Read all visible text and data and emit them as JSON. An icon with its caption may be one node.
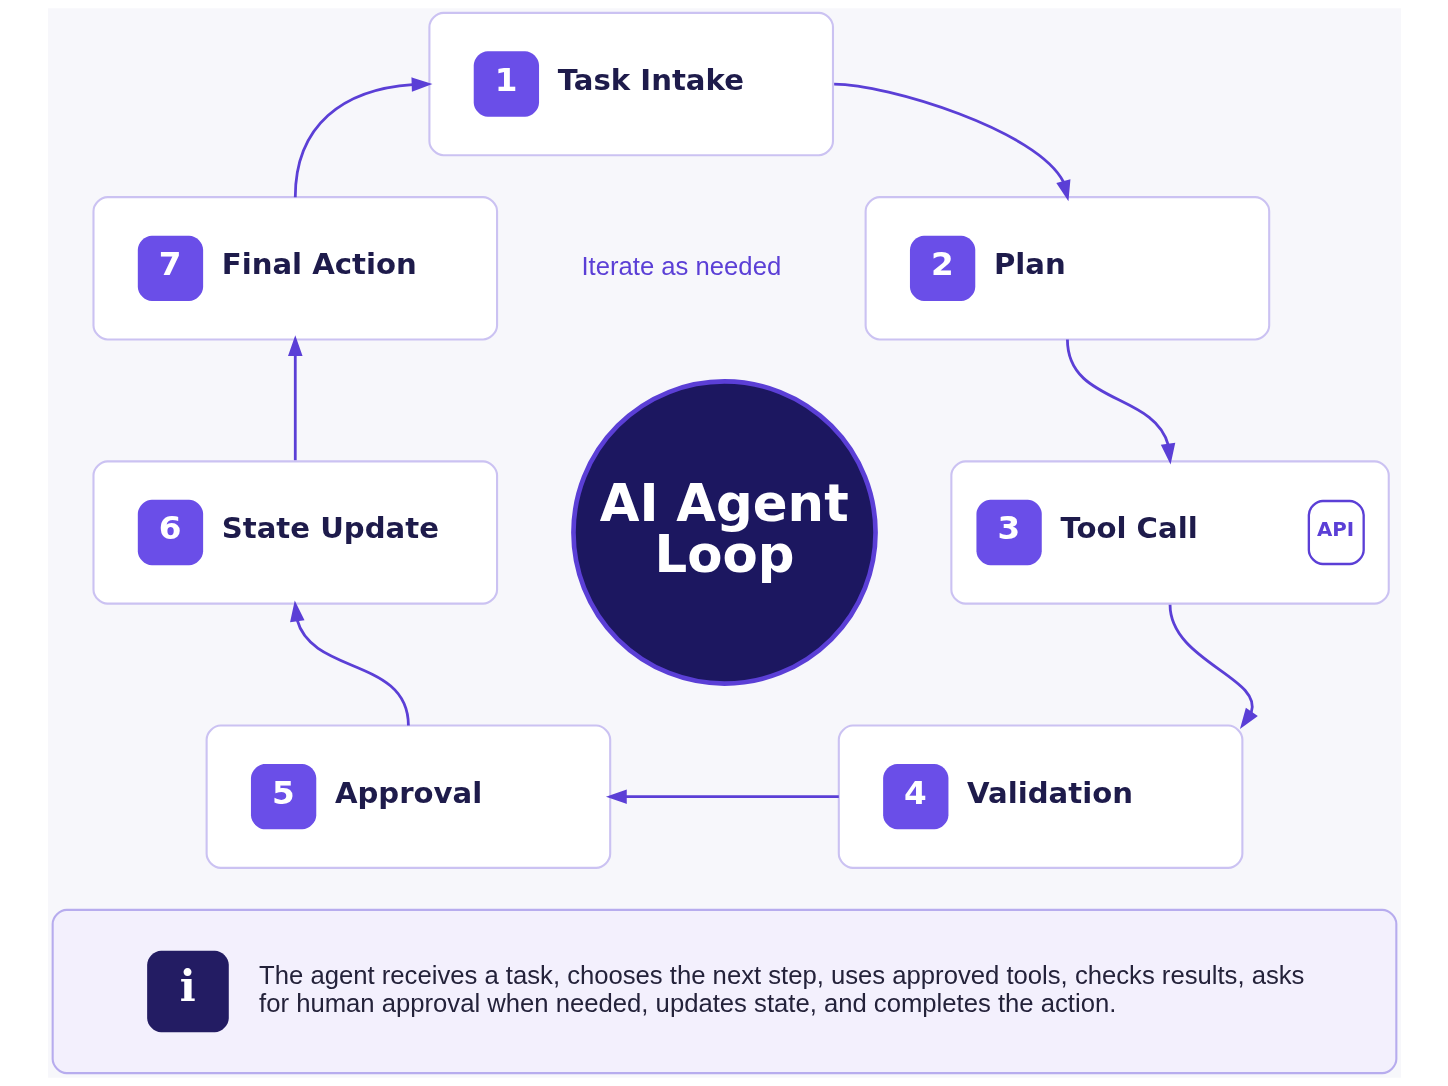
{
  "diagram": {
    "nodes": [
      {
        "text": [
          "1",
          "Task Intake"
        ]
      },
      {
        "text": [
          "2",
          "Plan"
        ]
      },
      {
        "text": [
          "3",
          "Tool Call",
          "API"
        ]
      },
      {
        "text": [
          "4",
          "Validation"
        ]
      },
      {
        "text": [
          "5",
          "Approval"
        ]
      },
      {
        "text": [
          "6",
          "State Update"
        ]
      },
      {
        "text": [
          "7",
          "Final Action"
        ]
      },
      {
        "text": [
          "AI Agent Loop"
        ]
      },
      {
        "text": [
          "i",
          "The agent receives a task, chooses the next step, uses approved tools, checks results, asks for human approval when needed, updates state, and completes the action."
        ]
      }
    ],
    "edges": [
      {
        "from": 0,
        "to": 1,
        "arrow": "to"
      },
      {
        "from": 1,
        "to": 2,
        "arrow": "to"
      },
      {
        "from": 2,
        "to": 3,
        "arrow": "to"
      },
      {
        "from": 3,
        "to": 4,
        "arrow": "to"
      },
      {
        "from": 4,
        "to": 5,
        "arrow": "to"
      },
      {
        "from": 5,
        "to": 6,
        "arrow": "to"
      },
      {
        "from": 6,
        "to": 0,
        "arrow": "to"
      }
    ],
    "labels": [
      "Iterate as needed"
    ]
  }
}
